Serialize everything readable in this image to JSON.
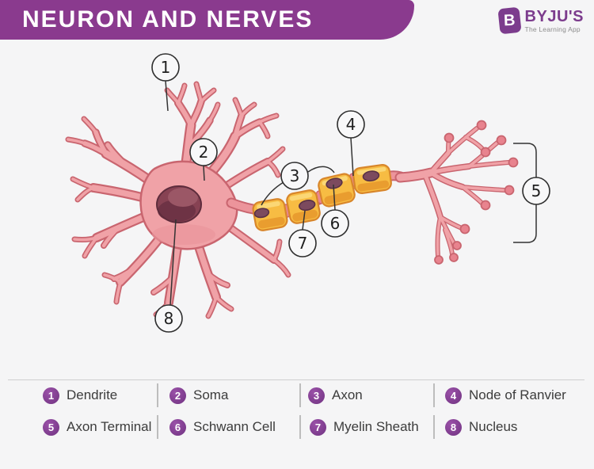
{
  "header": {
    "title": "NEURON AND NERVES"
  },
  "logo": {
    "mark_letter": "B",
    "name": "BYJU'S",
    "tagline": "The Learning App"
  },
  "diagram": {
    "numbers": [
      "1",
      "2",
      "3",
      "4",
      "5",
      "6",
      "7",
      "8"
    ],
    "callout_targets": [
      "Dendrite",
      "Soma",
      "Axon",
      "Node of Ranvier",
      "Axon Terminal",
      "Schwann Cell",
      "Myelin Sheath",
      "Nucleus"
    ]
  },
  "legend": {
    "items": [
      {
        "num": "1",
        "label": "Dendrite"
      },
      {
        "num": "2",
        "label": "Soma"
      },
      {
        "num": "3",
        "label": "Axon"
      },
      {
        "num": "4",
        "label": "Node of Ranvier"
      },
      {
        "num": "5",
        "label": "Axon Terminal"
      },
      {
        "num": "6",
        "label": "Schwann Cell"
      },
      {
        "num": "7",
        "label": "Myelin Sheath"
      },
      {
        "num": "8",
        "label": "Nucleus"
      }
    ]
  },
  "colors": {
    "purple": "#8A3A8E",
    "logo-purple": "#7C3C8D",
    "bg": "#F5F5F6",
    "pink": "#F0A2A7",
    "pink-dark": "#C9656F",
    "yellow": "#F7BC43",
    "yellow-dark": "#D8862B",
    "text-dark": "#3C3C3C",
    "gray-line": "#CFCFCF"
  }
}
